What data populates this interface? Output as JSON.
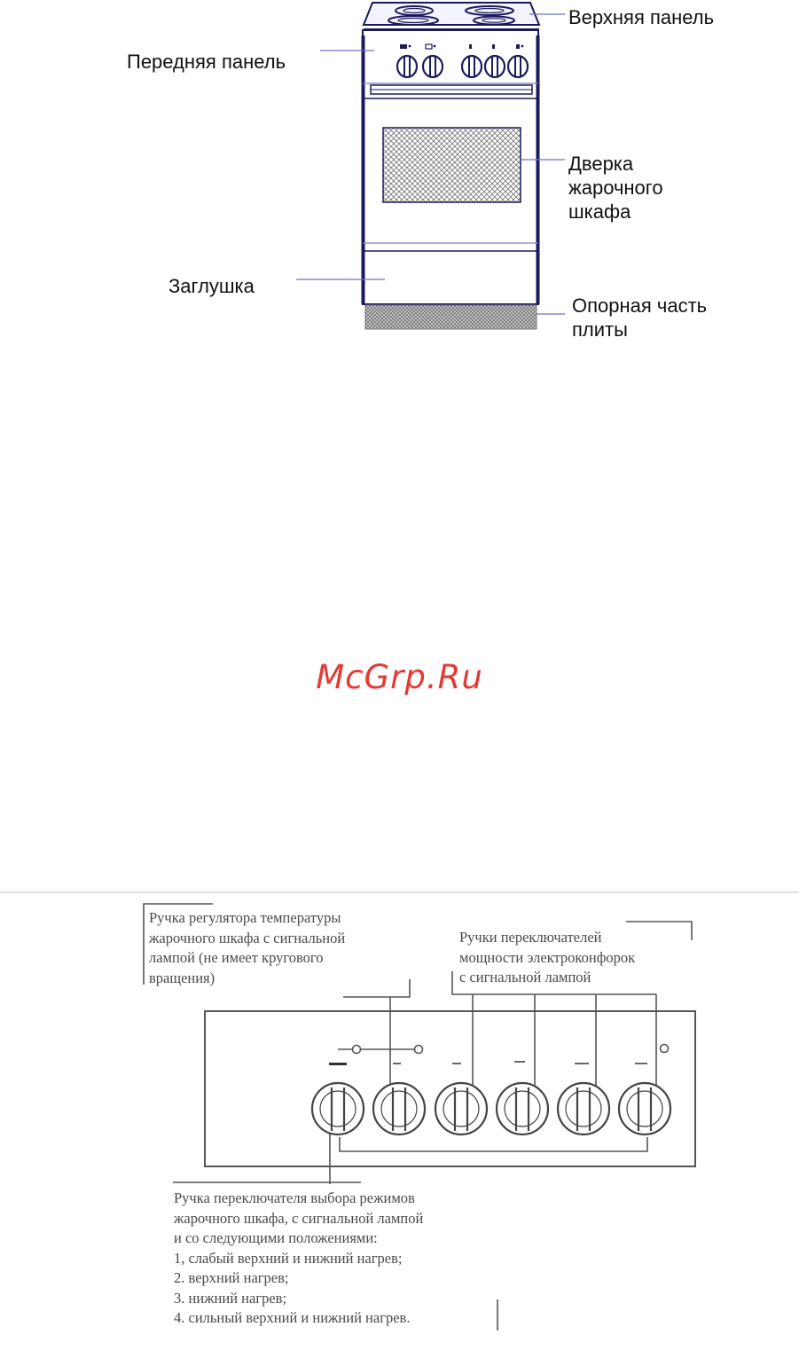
{
  "top_diagram": {
    "labels": {
      "top_panel": "Верхняя панель",
      "front_panel": "Передняя панель",
      "oven_door": [
        "Дверка",
        "жарочного",
        "шкафа"
      ],
      "plug": "Заглушка",
      "base": [
        "Опорная часть",
        "плиты"
      ]
    }
  },
  "watermark": "McGrp.Ru",
  "control_panel_diagram": {
    "labels": {
      "thermostat_knob": [
        "Ручка регулятора температуры",
        "жарочного шкафа с сигнальной",
        "лампой (не имеет кругового",
        "вращения)"
      ],
      "hotplate_switches": [
        "Ручки переключателей",
        "мощности электроконфорок",
        "с сигнальной лампой"
      ],
      "mode_switch": [
        "Ручка переключателя выбора режимов",
        "жарочного шкафа, с сигнальной лампой",
        "и со следующими положениями:",
        "1, слабый верхний и нижний нагрев;",
        "2. верхний нагрев;",
        "3. нижний нагрев;",
        "4. сильный верхний и нижний нагрев."
      ]
    }
  }
}
